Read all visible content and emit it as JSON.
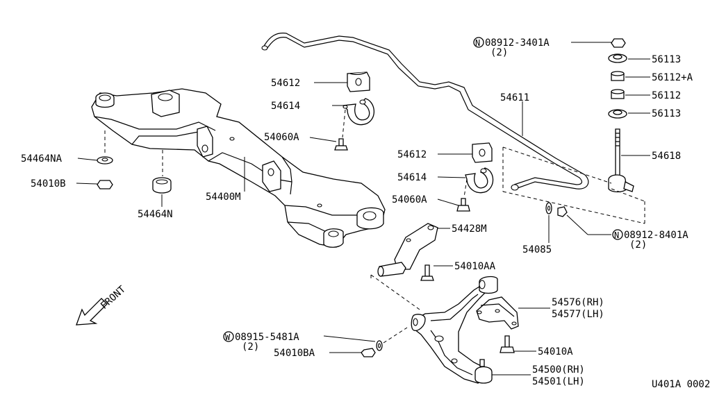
{
  "diagram_code": "U401A 0002",
  "front_label": "FRONT",
  "labels": {
    "nut_08912_3401A": "08912-3401A",
    "nut_08912_3401A_qty": "(2)",
    "nut_08912_3401A_prefix": "N",
    "p56113_top": "56113",
    "p56112A": "56112+A",
    "p56112": "56112",
    "p56113_bottom": "56113",
    "p54618": "54618",
    "p54611": "54611",
    "p54612_top": "54612",
    "p54614_top": "54614",
    "p54060A_top": "54060A",
    "p54612_mid": "54612",
    "p54614_mid": "54614",
    "p54060A_mid": "54060A",
    "p54464NA": "54464NA",
    "p54010B": "54010B",
    "p54464N": "54464N",
    "p54400M": "54400M",
    "p54428M": "54428M",
    "p54010AA": "54010AA",
    "p54085": "54085",
    "nut_08912_8401A": "08912-8401A",
    "nut_08912_8401A_qty": "(2)",
    "nut_08912_8401A_prefix": "N",
    "p54576RH": "54576(RH)",
    "p54577LH": "54577(LH)",
    "washer_08915_5481A": "08915-5481A",
    "washer_08915_5481A_qty": "(2)",
    "washer_08915_5481A_prefix": "W",
    "p54010BA": "54010BA",
    "p54010A": "54010A",
    "p54500RH": "54500(RH)",
    "p54501LH": "54501(LH)"
  }
}
